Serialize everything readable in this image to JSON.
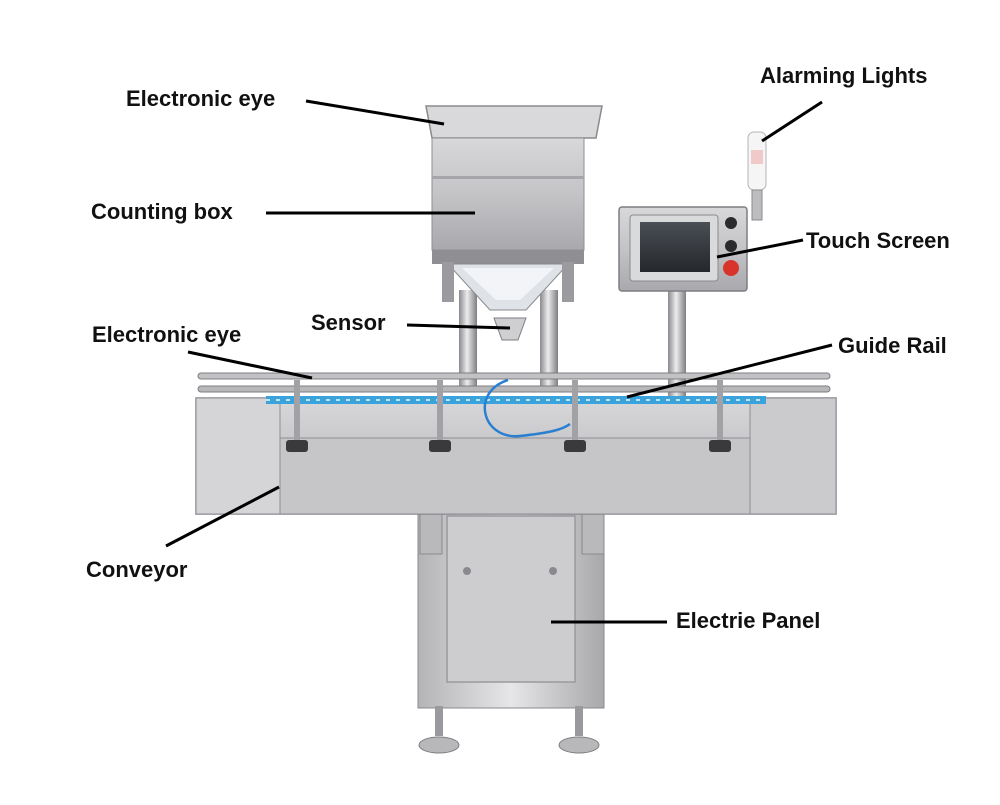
{
  "labels": {
    "electronic_eye_top": "Electronic eye",
    "counting_box": "Counting box",
    "sensor": "Sensor",
    "electronic_eye_conveyor": "Electronic eye",
    "conveyor": "Conveyor",
    "alarming_lights": "Alarming Lights",
    "touch_screen": "Touch Screen",
    "guide_rail": "Guide Rail",
    "electric_panel": "Electrie Panel"
  },
  "colors": {
    "steel_light": "#e4e4e6",
    "steel_mid": "#c9c9cc",
    "steel_dark": "#8e8f93",
    "belt_blue": "#3aa3dc",
    "stop_button": "#d9342b",
    "leader_line": "#000000"
  }
}
